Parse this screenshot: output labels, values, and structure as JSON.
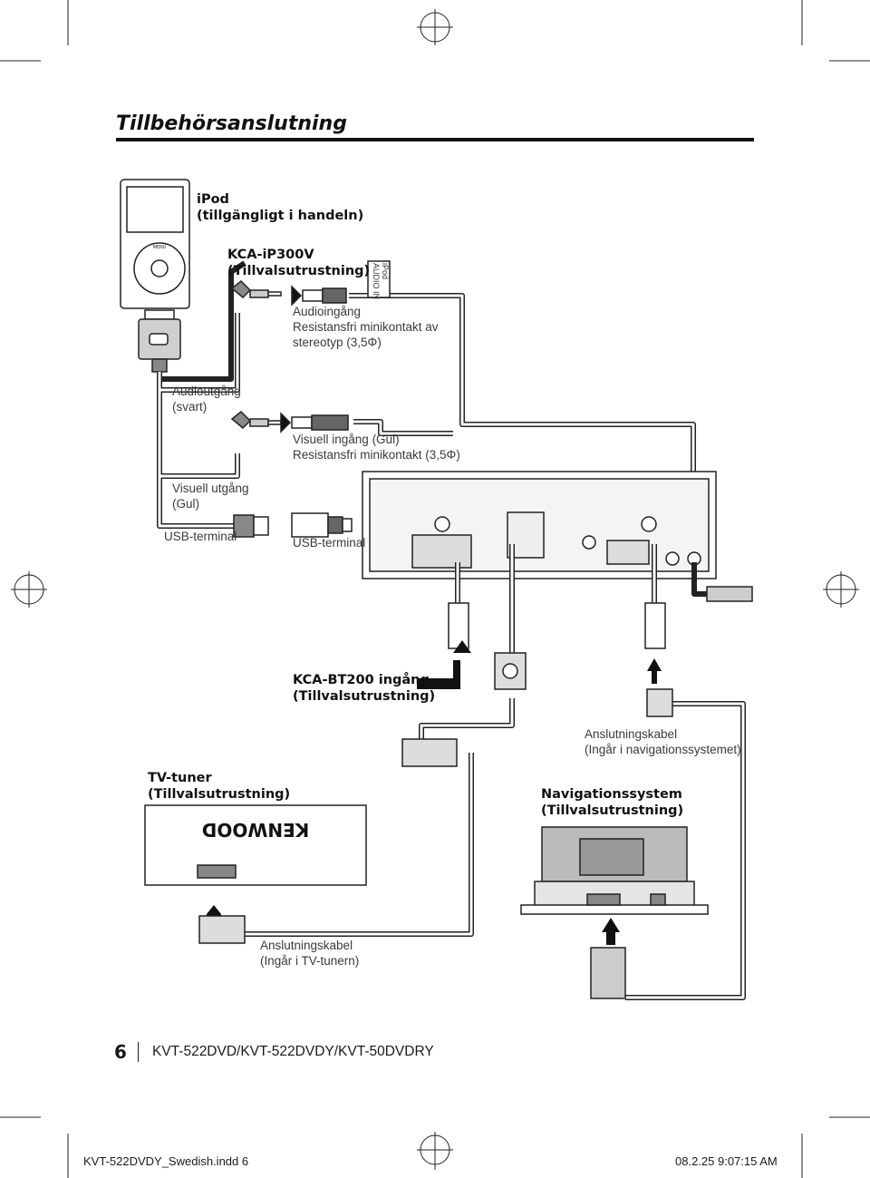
{
  "page": {
    "title": "Tillbehörsanslutning",
    "page_number": "6",
    "model": "KVT-522DVD/KVT-522DVDY/KVT-50DVDRY",
    "slug_file": "KVT-522DVDY_Swedish.indd   6",
    "slug_date": "08.2.25   9:07:15 AM"
  },
  "labels": {
    "ipod": "iPod\n(tillgängligt i handeln)",
    "kca_ip300v": "KCA-iP300V\n(Tillvalsutrustning)",
    "ipod_audio_in": "iPod\nAUDIO IN",
    "audio_input": "Audioingång\nResistansfri minikontakt av\nstereotyp (3,5Φ)",
    "audio_output": "Audioutgång\n(svart)",
    "visual_input": "Visuell ingång (Gul)\nResistansfri minikontakt (3,5Φ)",
    "visual_output": "Visuell utgång\n(Gul)",
    "usb_terminal_left": "USB-terminal",
    "usb_terminal_right": "USB-terminal",
    "kca_bt200": "KCA-BT200 ingång\n(Tillvalsutrustning)",
    "nav_cable": "Anslutningskabel\n(Ingår i navigationssystemet)",
    "tv_tuner": "TV-tuner\n(Tillvalsutrustning)",
    "nav_system": "Navigationssystem\n(Tillvalsutrustning)",
    "tv_cable": "Anslutningskabel\n(Ingår i TV-tunern)",
    "kenwood_logo": "KENWOOD",
    "ipod_menu": "MENU"
  }
}
